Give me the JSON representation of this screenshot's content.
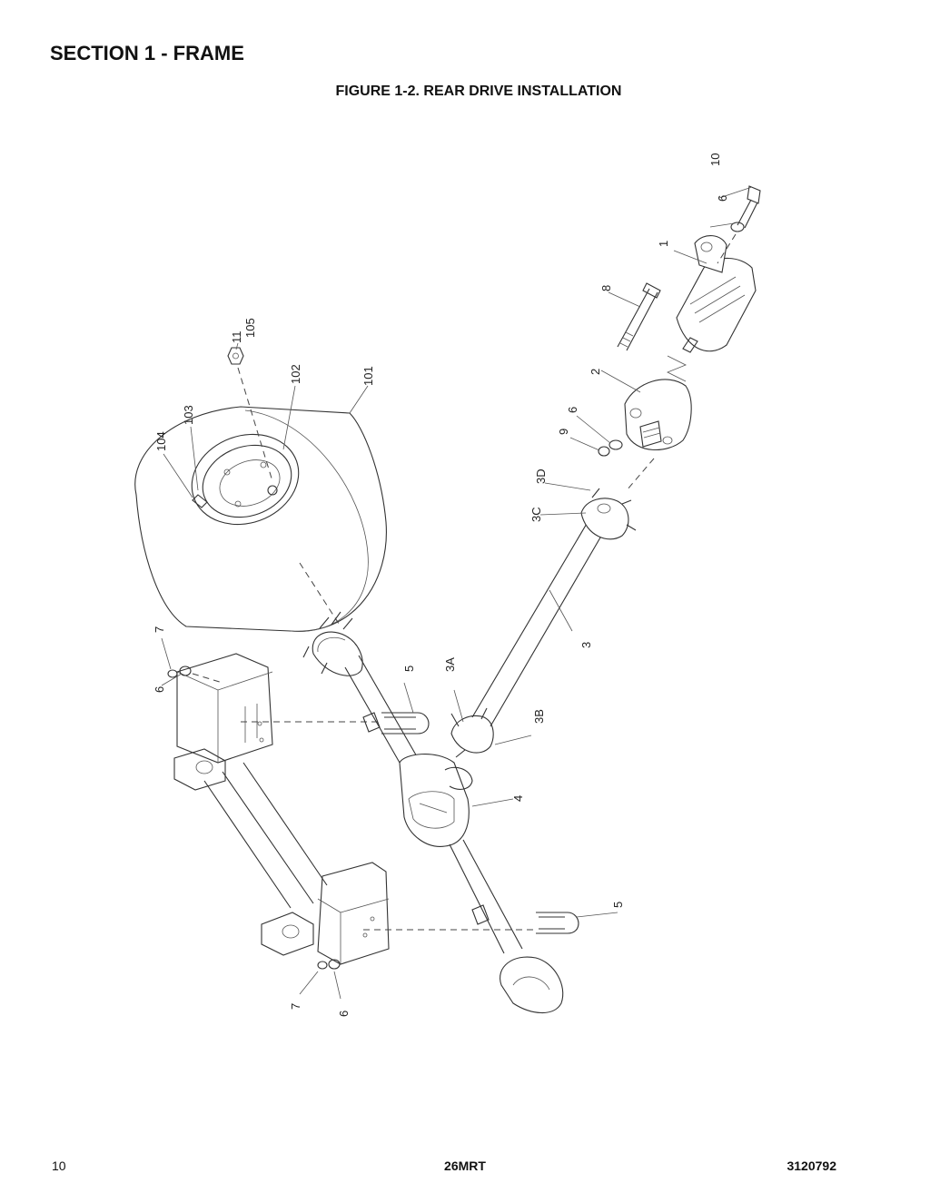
{
  "header": {
    "section_title": "SECTION 1 - FRAME",
    "figure_title": "FIGURE 1-2. REAR DRIVE INSTALLATION"
  },
  "callouts": {
    "c10": "10",
    "c6_top": "6",
    "c1": "1",
    "c8": "8",
    "c2": "2",
    "c6_mid": "6",
    "c9": "9",
    "c3d": "3D",
    "c3c": "3C",
    "c3": "3",
    "c3a": "3A",
    "c3b": "3B",
    "c5_top": "5",
    "c4": "4",
    "c5_bottom": "5",
    "c7_top": "7",
    "c6_left": "6",
    "c7_bottom": "7",
    "c6_bottom": "6",
    "c11": "11",
    "c105": "105",
    "c102": "102",
    "c101": "101",
    "c103": "103",
    "c104": "104"
  },
  "footer": {
    "page_number": "10",
    "model": "26MRT",
    "doc_number": "3120792"
  }
}
